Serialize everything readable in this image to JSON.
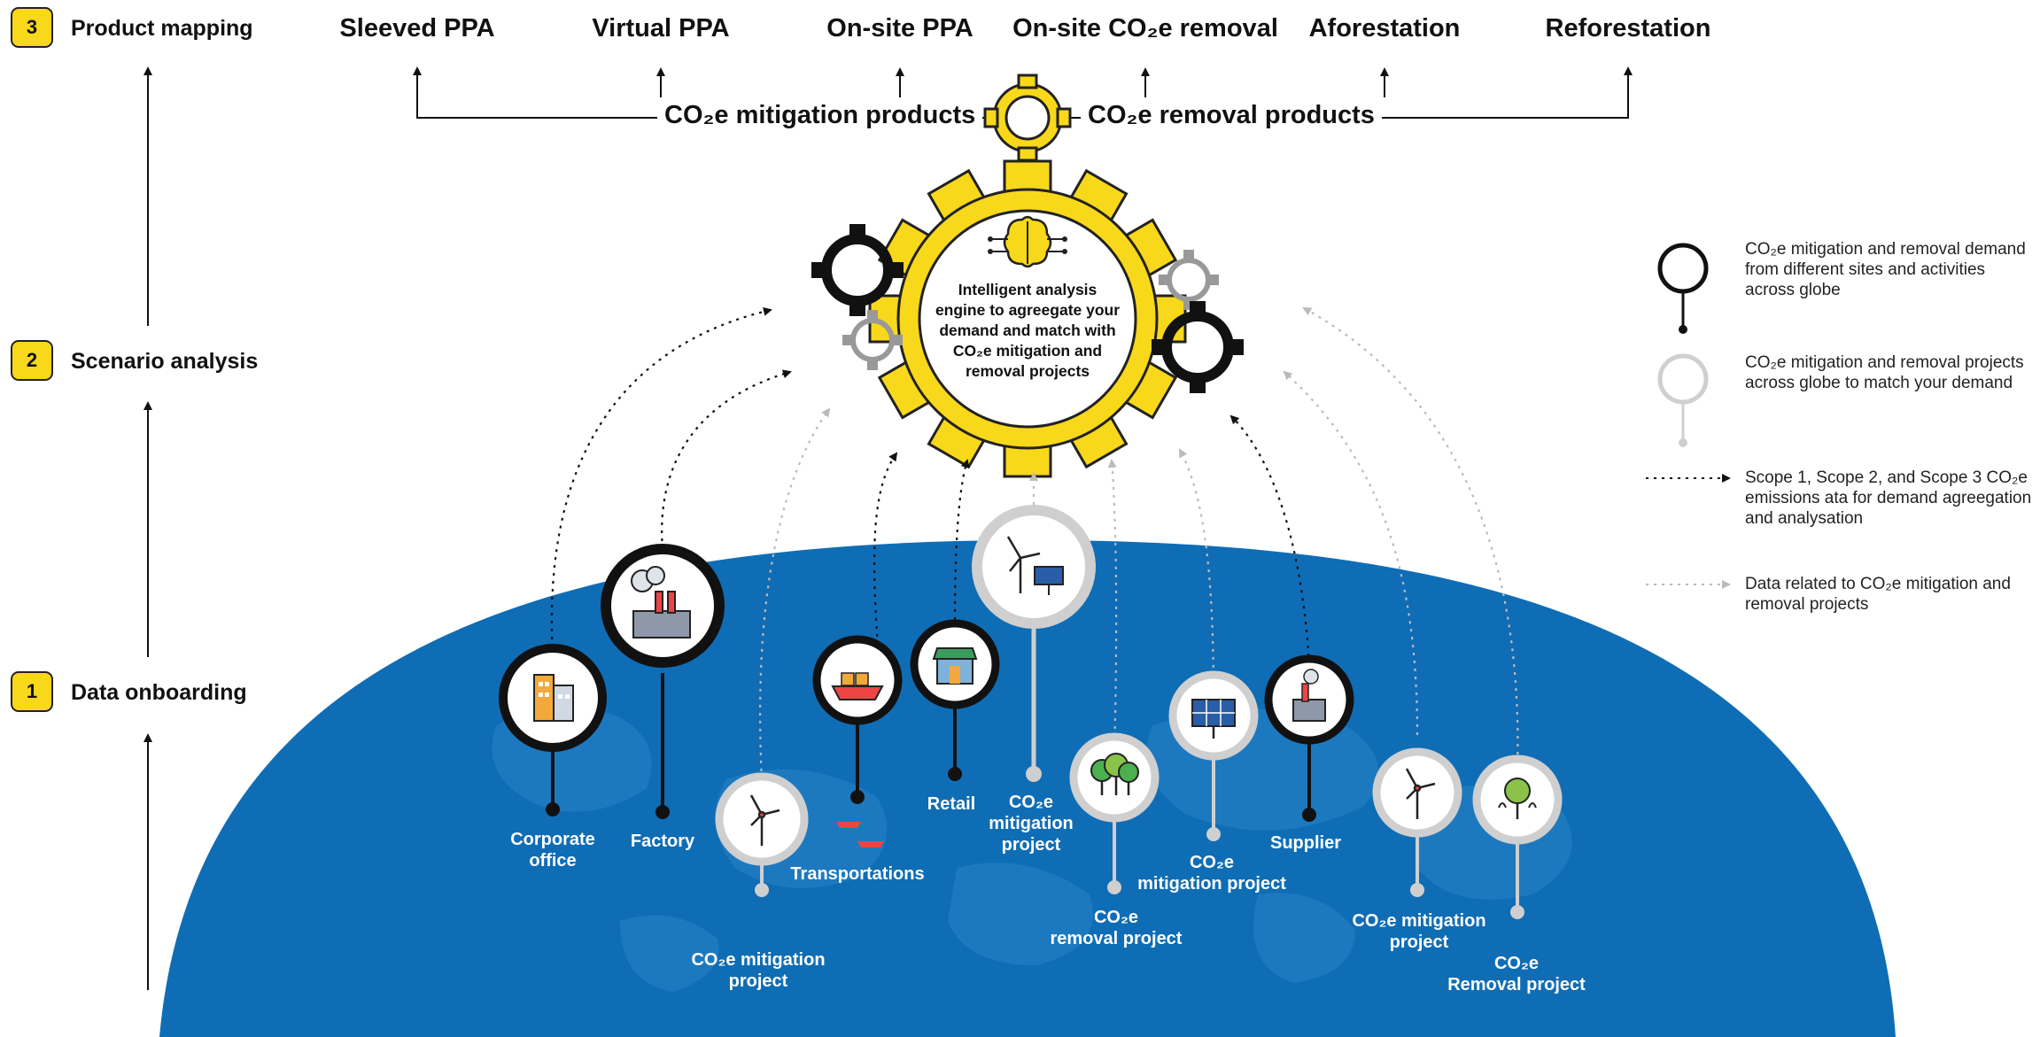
{
  "steps": [
    {
      "number": "3",
      "label": "Product mapping"
    },
    {
      "number": "2",
      "label": "Scenario analysis"
    },
    {
      "number": "1",
      "label": "Data onboarding"
    }
  ],
  "products": {
    "sleeved_ppa": "Sleeved PPA",
    "virtual_ppa": "Virtual PPA",
    "onsite_ppa": "On-site PPA",
    "onsite_removal": "On-site CO₂e removal",
    "aforestation": "Aforestation",
    "reforestation": "Reforestation"
  },
  "groups": {
    "mitigation": "CO₂e mitigation products",
    "removal": "CO₂e removal products"
  },
  "engine": {
    "text": "Intelligent analysis engine to agreegate your demand and match with CO₂e mitigation and removal projects"
  },
  "sites": {
    "corporate": [
      "Corporate",
      "office"
    ],
    "factory": "Factory",
    "transportations": "Transportations",
    "retail": "Retail",
    "supplier": "Supplier",
    "mitigation_1": [
      "CO₂e mitigation",
      "project"
    ],
    "mitigation_2": [
      "CO₂e",
      "mitigation",
      "project"
    ],
    "removal_1": [
      "CO₂e",
      "removal project"
    ],
    "mitigation_3": [
      "CO₂e",
      "mitigation project"
    ],
    "mitigation_4": [
      "CO₂e mitigation",
      "project"
    ],
    "removal_2": [
      "CO₂e",
      "Removal project"
    ]
  },
  "legend": [
    {
      "icon": "black-pin-icon",
      "text": "CO₂e mitigation and removal demand from different sites and activities across globe"
    },
    {
      "icon": "grey-pin-icon",
      "text": "CO₂e mitigation and removal projects across globe to match your demand"
    },
    {
      "icon": "black-dotted-arrow-icon",
      "text": "Scope 1, Scope 2, and Scope 3 CO₂e emissions ata for demand agreegation and analysation"
    },
    {
      "icon": "grey-dotted-arrow-icon",
      "text": "Data related to CO₂e mitigation and removal projects"
    }
  ],
  "colors": {
    "globe": "#0f6db5",
    "accent_yellow": "#f8d81a",
    "demand_pin": "#111111",
    "project_pin": "#cfcfcf"
  }
}
